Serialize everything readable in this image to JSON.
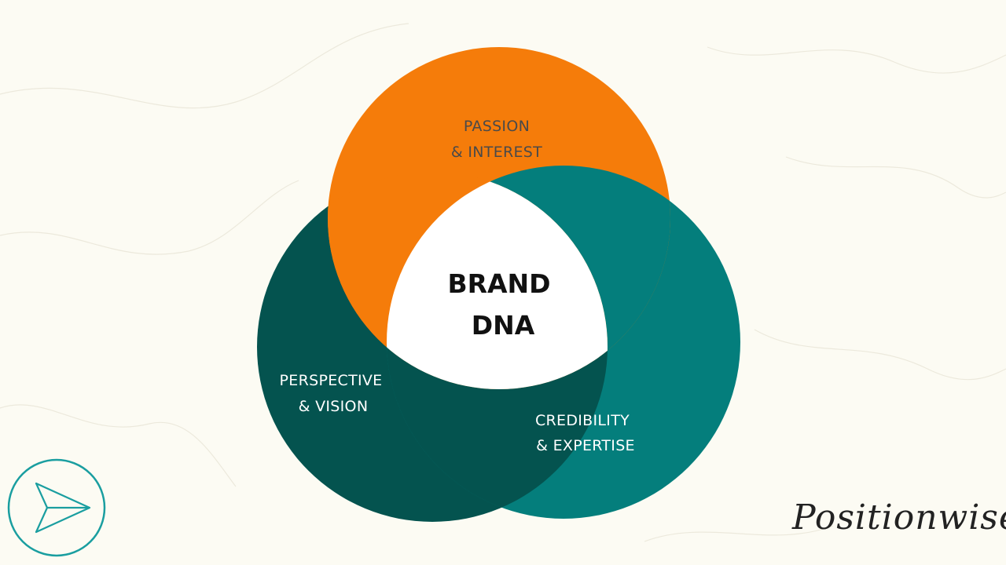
{
  "colors": {
    "background": "#fcfbf3",
    "passion": "#f57c0a",
    "perspective": "#04534f",
    "credibility": "#047e7c",
    "center": "#ffffff",
    "label_dark": "#4a4a4a",
    "label_light": "#ffffff",
    "center_text": "#111111",
    "logo_accent": "#1a9ea0",
    "logo_text": "#222222"
  },
  "diagram": {
    "passion": {
      "line1": "PASSION",
      "line2": "& INTEREST"
    },
    "perspective": {
      "line1": "PERSPECTIVE",
      "line2": "& VISION"
    },
    "credibility": {
      "line1": "CREDIBILITY",
      "line2": "& EXPERTISE"
    },
    "center": {
      "line1": "BRAND",
      "line2": "DNA"
    }
  },
  "branding": {
    "logo_icon": "paper-plane-icon",
    "wordmark": "Positionwise"
  }
}
